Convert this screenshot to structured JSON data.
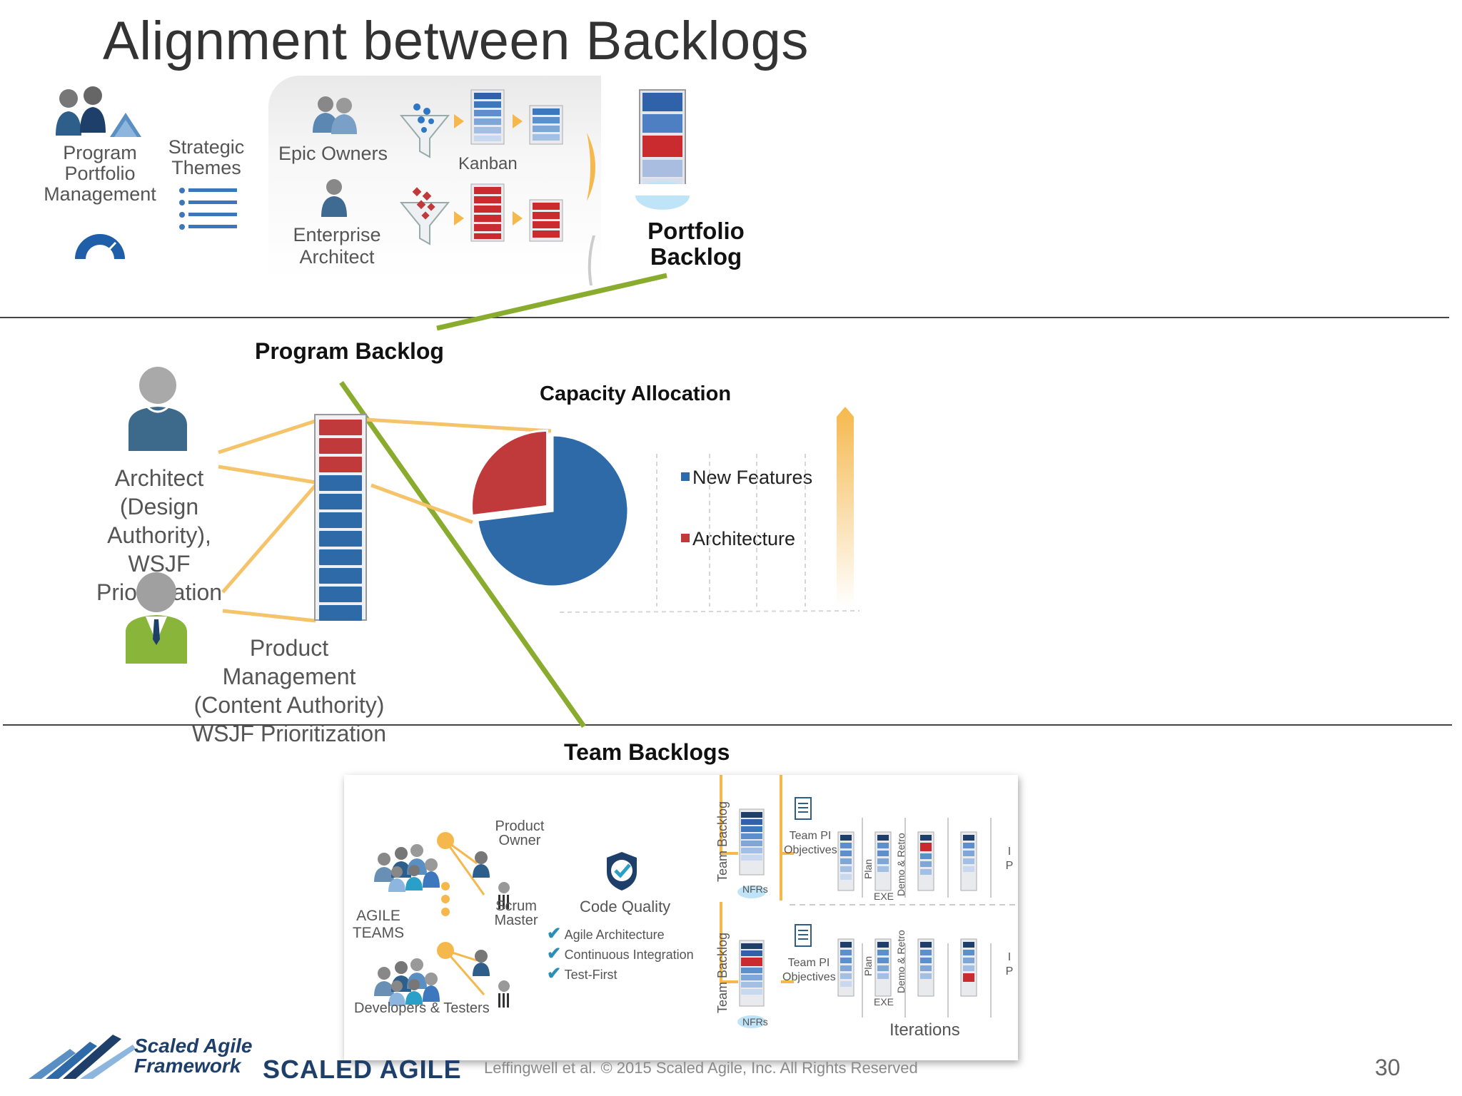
{
  "slide": {
    "title": "Alignment between Backlogs",
    "page_number": "30",
    "copyright": "Leffingwell et al. © 2015 Scaled Agile, Inc. All Rights Reserved",
    "logo_framework_line1": "Scaled Agile",
    "logo_framework_line2": "Framework",
    "logo_company": "SCALED AGILE"
  },
  "portfolio": {
    "ppm_label": "Program Portfolio Management",
    "themes_label": "Strategic Themes",
    "epic_owners_label": "Epic Owners",
    "enterprise_architect_label": "Enterprise Architect",
    "kanban_label": "Kanban",
    "portfolio_backlog_line1": "Portfolio",
    "portfolio_backlog_line2": "Backlog"
  },
  "program": {
    "program_backlog_label": "Program Backlog",
    "architect_line1": "Architect",
    "architect_line2": "(Design Authority),",
    "architect_line3": "WSJF Prioritization",
    "pm_line1": "Product Management",
    "pm_line2": "(Content Authority)",
    "pm_line3": "WSJF Prioritization",
    "capacity_title": "Capacity Allocation",
    "legend_new_features": "New Features",
    "legend_architecture": "Architecture"
  },
  "chart_data": {
    "type": "pie",
    "title": "Capacity Allocation",
    "categories": [
      "New Features",
      "Architecture"
    ],
    "values": [
      73,
      27
    ],
    "colors": [
      "#2e6aa8",
      "#c0393b"
    ]
  },
  "team": {
    "team_backlogs_label": "Team Backlogs",
    "product_owner_label": "Product Owner",
    "scrum_master_label": "Scrum Master",
    "agile_teams_label": "AGILE TEAMS",
    "dev_testers_label": "Developers & Testers",
    "code_quality_label": "Code Quality",
    "practices": [
      "Agile Architecture",
      "Continuous Integration",
      "Test-First"
    ],
    "team_backlog_label": "Team Backlog",
    "nfrs_label": "NFRs",
    "team_pi_objectives_label": "Team PI Objectives",
    "plan_label": "Plan",
    "demo_retro_label": "Demo & Retro",
    "exe_label": "EXE",
    "ip_label": "I P",
    "iterations_label": "Iterations"
  },
  "colors": {
    "blue": "#2e6aa8",
    "red": "#c0393b",
    "green_line": "#8aac2e",
    "orange_line": "#f5c36a"
  }
}
